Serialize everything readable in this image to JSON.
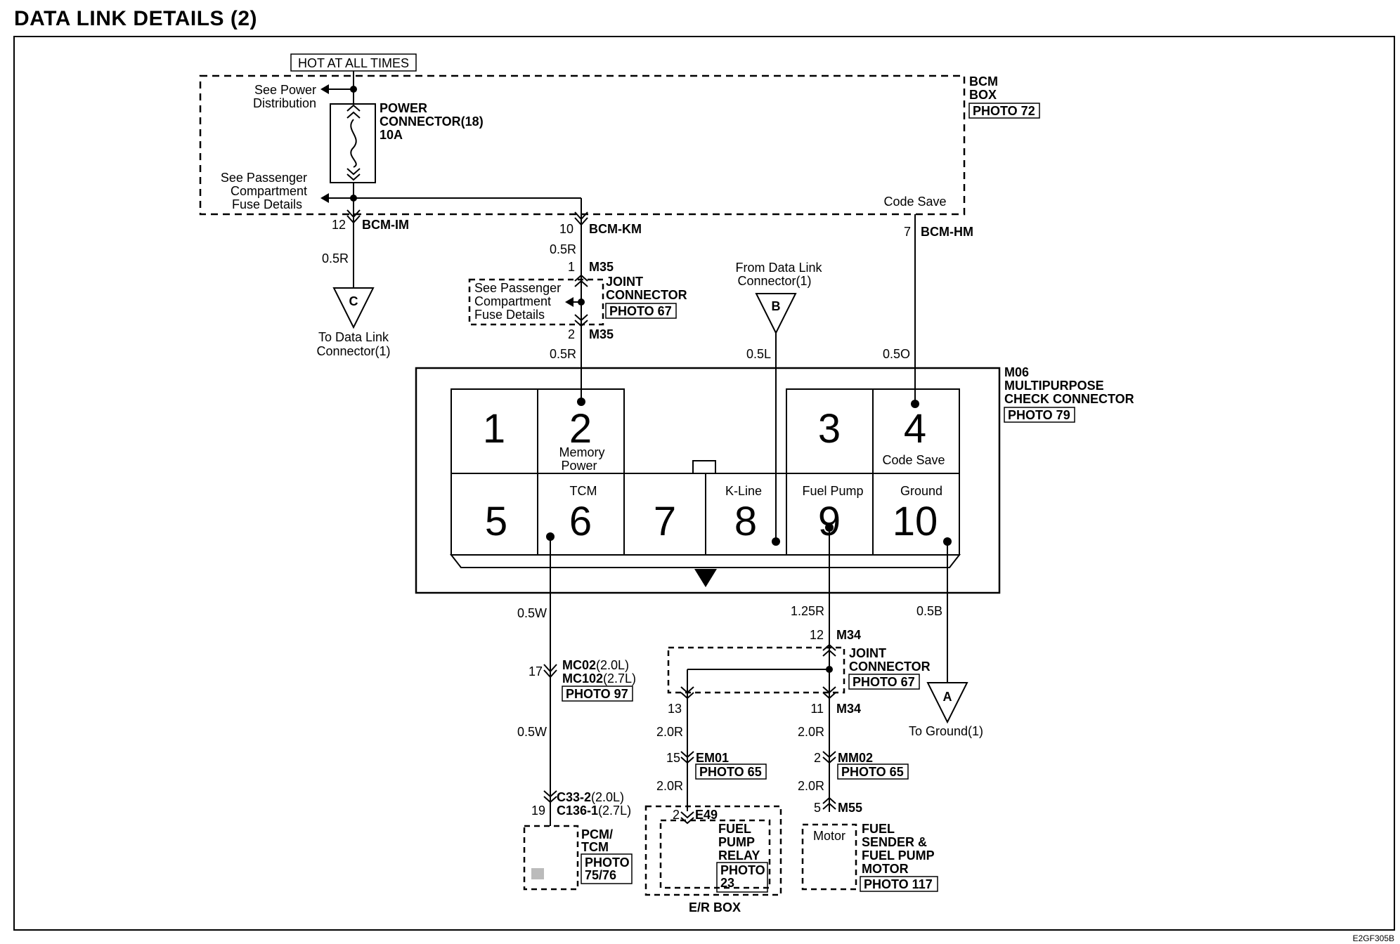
{
  "title": "DATA LINK DETAILS (2)",
  "hot_label": "HOT AT ALL TIMES",
  "bcm": {
    "line1": "BCM",
    "line2": "BOX",
    "photo": "PHOTO 72"
  },
  "see_power": {
    "line1": "See Power",
    "line2": "Distribution"
  },
  "fuse": {
    "line1": "POWER",
    "line2": "CONNECTOR(18)",
    "line3": "10A"
  },
  "see_pass_1": {
    "line1": "See Passenger",
    "line2": "Compartment",
    "line3": "Fuse Details"
  },
  "code_save_top": "Code Save",
  "wires": {
    "bcm_im": {
      "pin": "12",
      "name": "BCM-IM",
      "color": "0.5R"
    },
    "bcm_km": {
      "pin": "10",
      "name": "BCM-KM",
      "color": "0.5R"
    },
    "bcm_hm": {
      "pin": "7",
      "name": "BCM-HM",
      "color": "0.5O"
    },
    "m35_top": {
      "pin": "1",
      "name": "M35"
    },
    "m35_bottom": {
      "pin": "2",
      "name": "M35",
      "color": "0.5R"
    },
    "kline_color": "0.5L"
  },
  "joint1": {
    "line1": "JOINT",
    "line2": "CONNECTOR",
    "photo": "PHOTO 67"
  },
  "see_pass_2": {
    "line1": "See Passenger",
    "line2": "Compartment",
    "line3": "Fuse Details"
  },
  "conn_c": {
    "letter": "C",
    "line1": "To Data Link",
    "line2": "Connector(1)"
  },
  "conn_b": {
    "letter": "B",
    "line1": "From Data Link",
    "line2": "Connector(1)"
  },
  "m06": {
    "line1": "M06",
    "line2": "MULTIPURPOSE",
    "line3": "CHECK CONNECTOR",
    "photo": "PHOTO 79"
  },
  "pins": {
    "p1": "1",
    "p2": "2",
    "p2_l1": "Memory",
    "p2_l2": "Power",
    "p3": "3",
    "p4": "4",
    "p4_l": "Code Save",
    "p5": "5",
    "p6": "6",
    "p6_l": "TCM",
    "p7": "7",
    "p8": "8",
    "p8_l": "K-Line",
    "p9": "9",
    "p9_l": "Fuel Pump",
    "p10": "10",
    "p10_l": "Ground"
  },
  "lower": {
    "w6_color_a": "0.5W",
    "w6_color_b": "0.5W",
    "mc_pin": "17",
    "mc02": "MC02",
    "mc02_v": "(2.0L)",
    "mc102": "MC102",
    "mc102_v": "(2.7L)",
    "mc_photo": "PHOTO 97",
    "c_pin": "19",
    "c33": "C33-2",
    "c33_v": "(2.0L)",
    "c136": "C136-1",
    "c136_v": "(2.7L)",
    "pcm_l1": "PCM/",
    "pcm_l2": "TCM",
    "pcm_photo_l1": "PHOTO",
    "pcm_photo_l2": "75/76",
    "w9_color": "1.25R",
    "m34_top_pin": "12",
    "m34_top": "M34",
    "joint2_l1": "JOINT",
    "joint2_l2": "CONNECTOR",
    "joint2_photo": "PHOTO 67",
    "m34_13": "13",
    "m34_11": "11",
    "m34_11_name": "M34",
    "w13_color_a": "2.0R",
    "w13_color_b": "2.0R",
    "em01_pin": "15",
    "em01": "EM01",
    "em01_photo": "PHOTO 65",
    "w11_color_a": "2.0R",
    "w11_color_b": "2.0R",
    "mm02_pin": "2",
    "mm02": "MM02",
    "mm02_photo": "PHOTO 65",
    "e49_pin": "2",
    "e49": "E49",
    "relay_l1": "FUEL",
    "relay_l2": "PUMP",
    "relay_l3": "RELAY",
    "relay_photo_l1": "PHOTO",
    "relay_photo_l2": "23",
    "er_box": "E/R BOX",
    "m55_pin": "5",
    "m55": "M55",
    "motor": "Motor",
    "sender_l1": "FUEL",
    "sender_l2": "SENDER &",
    "sender_l3": "FUEL PUMP",
    "sender_l4": "MOTOR",
    "sender_photo": "PHOTO 117",
    "w10_color": "0.5B",
    "conn_a": "A",
    "conn_a_l": "To Ground(1)"
  },
  "ref_code": "E2GF305B"
}
